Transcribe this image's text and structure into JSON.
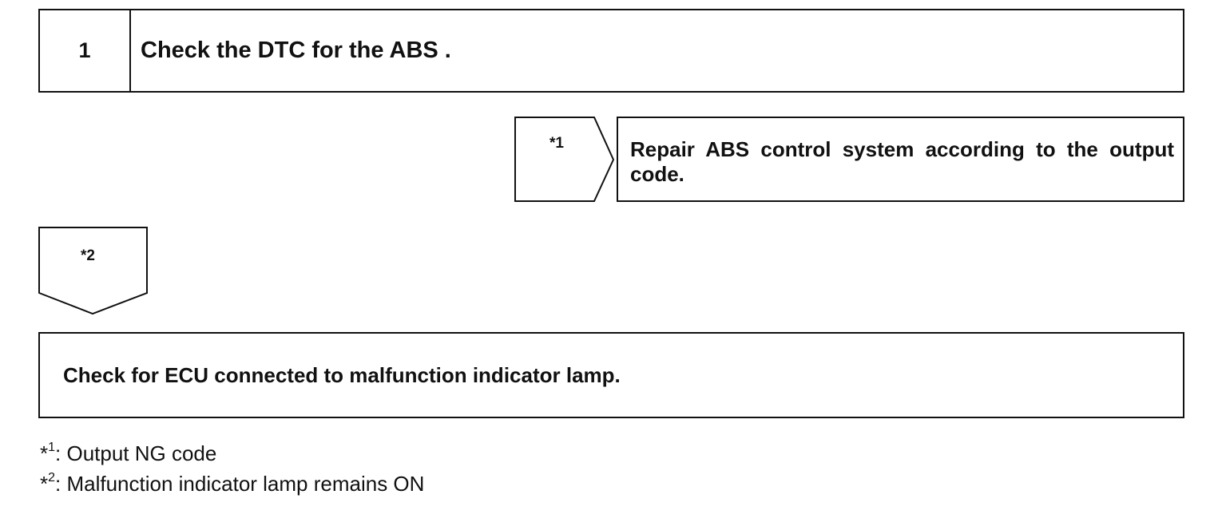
{
  "step": {
    "number": "1",
    "title": "Check the DTC for the ABS ."
  },
  "branch_ng": {
    "marker": "*1",
    "result": "Repair ABS control system according to the output code."
  },
  "branch_on": {
    "marker": "*2",
    "result": "Check for ECU connected to malfunction indicator lamp."
  },
  "notes": [
    {
      "star": "*",
      "ref": "1",
      "text": ": Output NG code"
    },
    {
      "star": "*",
      "ref": "2",
      "text": ": Malfunction indicator lamp remains ON"
    }
  ]
}
